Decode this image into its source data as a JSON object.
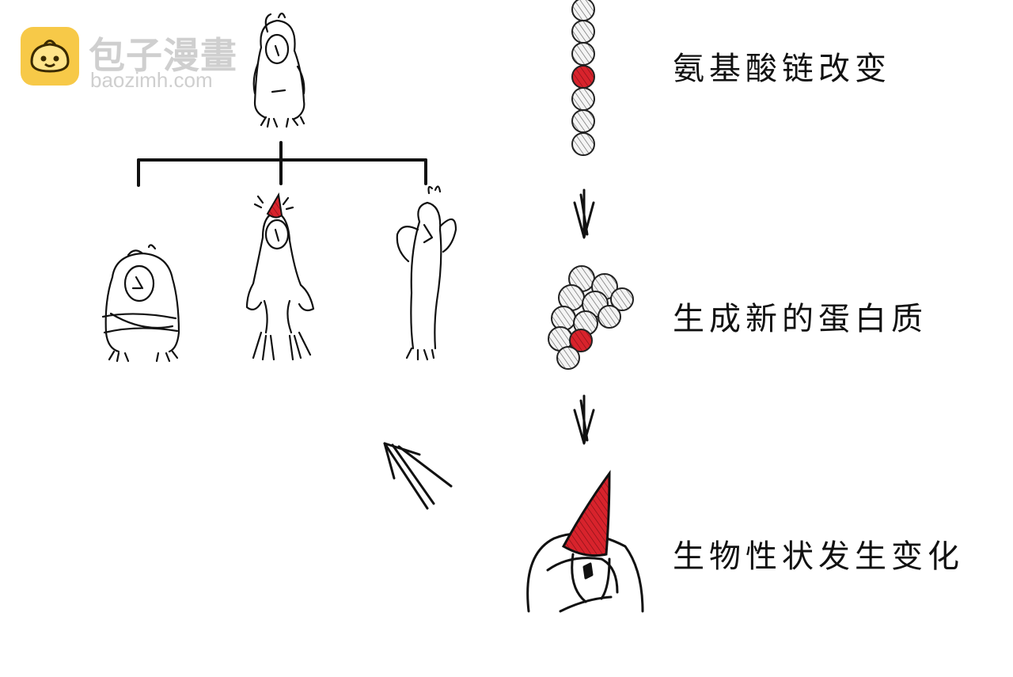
{
  "watermark": {
    "brand": "包子漫畫",
    "url": "baozimh.com",
    "badge_color": "#f7c948",
    "text_color": "#cfcfcf"
  },
  "captions": {
    "step1": "氨基酸链改变",
    "step2": "生成新的蛋白质",
    "step3": "生物性状发生变化"
  },
  "colors": {
    "ink": "#111111",
    "mutation": "#d8232c",
    "bead": "#e6e6e6"
  },
  "icons": {
    "logo": "bun-face-icon",
    "arrow": "arrow-down-icon",
    "return_arrow": "arrow-up-left-icon"
  }
}
